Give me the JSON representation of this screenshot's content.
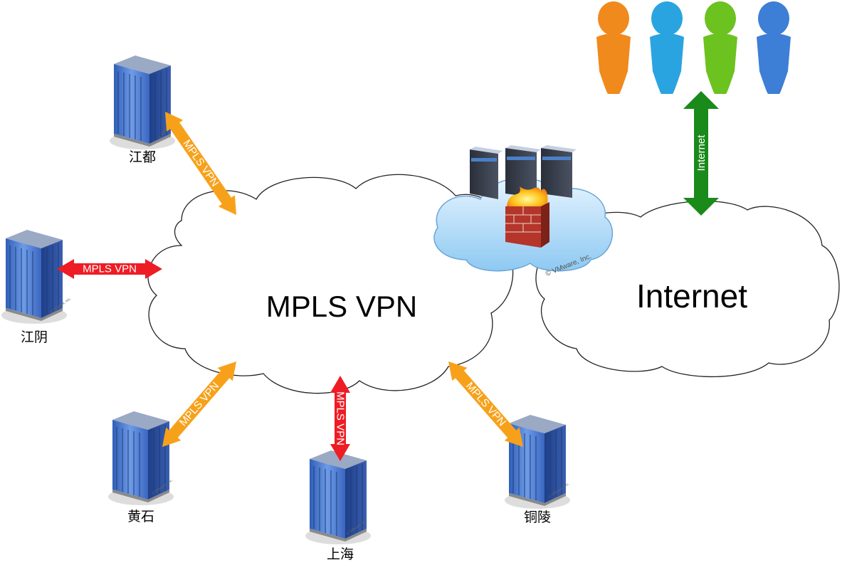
{
  "clouds": {
    "mpls": {
      "label": "MPLS VPN"
    },
    "internet": {
      "label": "Internet"
    },
    "firewall_cloud": {
      "copyright": "© VMware, Inc."
    }
  },
  "sites": [
    {
      "id": "jiangdu",
      "label": "江都",
      "link_label": "MPLS VPN",
      "link_color": "#f7a11a"
    },
    {
      "id": "jiangyin",
      "label": "江阴",
      "link_label": "MPLS VPN",
      "link_color": "#ee1c24"
    },
    {
      "id": "huangshi",
      "label": "黄石",
      "link_label": "MPLS VPN",
      "link_color": "#f7a11a"
    },
    {
      "id": "shanghai",
      "label": "上海",
      "link_label": "MPLS VPN",
      "link_color": "#ee1c24"
    },
    {
      "id": "tongling",
      "label": "铜陵",
      "link_label": "MPLS VPN",
      "link_color": "#f7a11a"
    }
  ],
  "building_copyright": "© VMware, Inc.",
  "internet_link": {
    "label": "Internet",
    "color": "#1a8a1a"
  },
  "users": [
    {
      "color": "#f08a1c"
    },
    {
      "color": "#2aa4e0"
    },
    {
      "color": "#6cc21e"
    },
    {
      "color": "#3d7ed6"
    }
  ]
}
